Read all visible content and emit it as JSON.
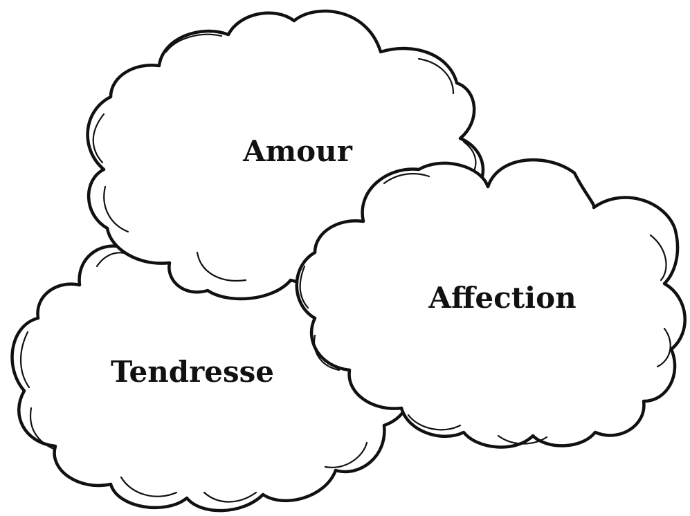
{
  "clouds": [
    {
      "id": "tendresse",
      "label": "Tendresse"
    },
    {
      "id": "amour",
      "label": "Amour"
    },
    {
      "id": "affection",
      "label": "Affection"
    }
  ]
}
